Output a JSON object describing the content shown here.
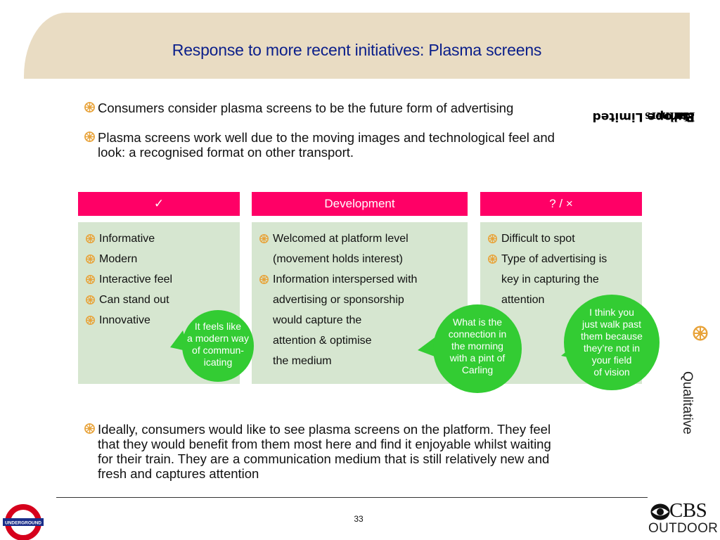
{
  "slide": {
    "title": "Response to more recent initiatives: Plasma screens",
    "bullets_top": [
      "Consumers consider plasma screens to be the future form of advertising",
      "Plasma screens work well due to the moving images and technological feel and",
      "look: a recognised format on other transport."
    ],
    "columns": [
      {
        "header": "✓",
        "items": [
          "Informative",
          "Modern",
          "Interactive feel",
          "Can stand out",
          "Innovative"
        ]
      },
      {
        "header": "Development",
        "items": [
          "Welcomed at platform level",
          "(movement holds interest)",
          "Information interspersed with",
          "advertising or sponsorship",
          "would capture the",
          "attention & optimise",
          "the medium"
        ]
      },
      {
        "header": "? / ×",
        "items": [
          "Difficult to spot",
          "Type of advertising is",
          "key in capturing the",
          "attention"
        ]
      }
    ],
    "bubbles": [
      [
        "It feels like",
        "a modern way",
        "of  commun-",
        "icating"
      ],
      [
        "What is the",
        "connection in",
        "the morning",
        "with a pint of",
        "Carling"
      ],
      [
        "I think you",
        "just walk past",
        "them because",
        "they’re not in",
        "your  field",
        "of vision"
      ]
    ],
    "bullet_bottom": [
      "Ideally, consumers would like to see plasma screens on the platform.  They feel",
      "that they would benefit from them most here and find it enjoyable whilst waiting",
      "for their train.  They are a communication medium that is still relatively new and",
      "fresh and captures attention"
    ],
    "page_number": "33"
  },
  "branding": {
    "hall_prefix": "Hall",
    "hall_amp": "&",
    "hall_partners": "Partners",
    "hall_suffix": "Europe Limited",
    "qualitative": "Qualitative",
    "cbs": "CBS",
    "outdoor": "OUTDOOR",
    "underground": "UNDERGROUND"
  },
  "colors": {
    "title": "#0b1f8a",
    "header_bar": "#ff0066",
    "column_bg": "#d6e6d0",
    "bubble": "#33cc33",
    "title_band": "#e9dcc3",
    "bullet_icon": "#e8a33a"
  }
}
